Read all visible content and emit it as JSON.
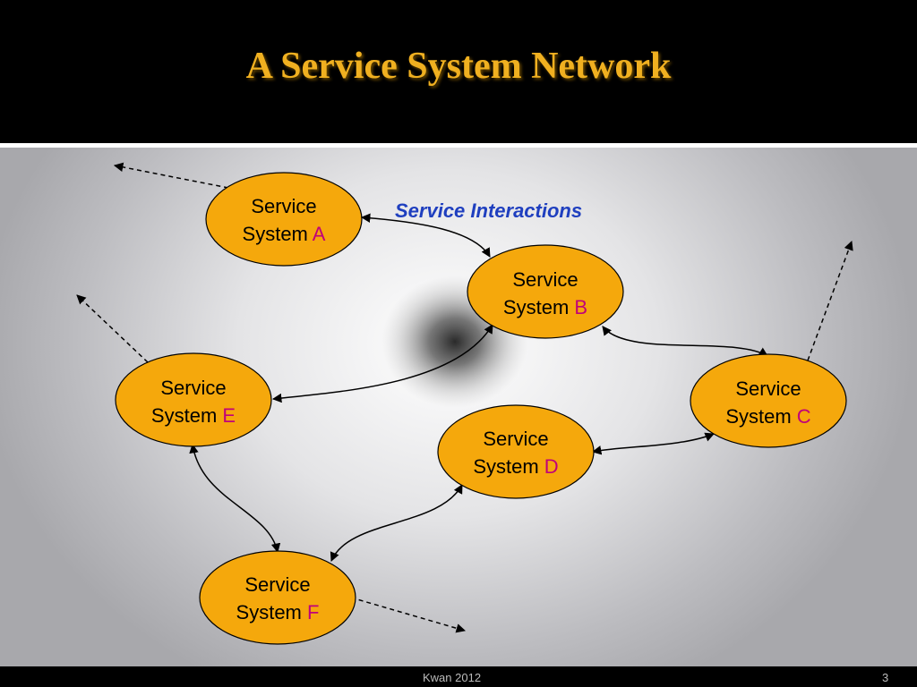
{
  "slide": {
    "title": "A Service System Network",
    "footer": "Kwan  2012",
    "page_number": "3"
  },
  "diagram": {
    "label": "Service Interactions",
    "line1": "Service",
    "line2_prefix": "System ",
    "nodes": {
      "a": {
        "letter": "A"
      },
      "b": {
        "letter": "B"
      },
      "c": {
        "letter": "C"
      },
      "d": {
        "letter": "D"
      },
      "e": {
        "letter": "E"
      },
      "f": {
        "letter": "F"
      }
    },
    "interactions": [
      [
        "A",
        "B"
      ],
      [
        "B",
        "C"
      ],
      [
        "B",
        "E"
      ],
      [
        "C",
        "D"
      ],
      [
        "D",
        "F"
      ],
      [
        "E",
        "F"
      ]
    ],
    "external_links": [
      "A",
      "C",
      "E",
      "F"
    ]
  },
  "colors": {
    "node_fill": "#f5a80c",
    "node_letter": "#c0007a",
    "label": "#1f3fbf",
    "title": "#f0b020"
  }
}
